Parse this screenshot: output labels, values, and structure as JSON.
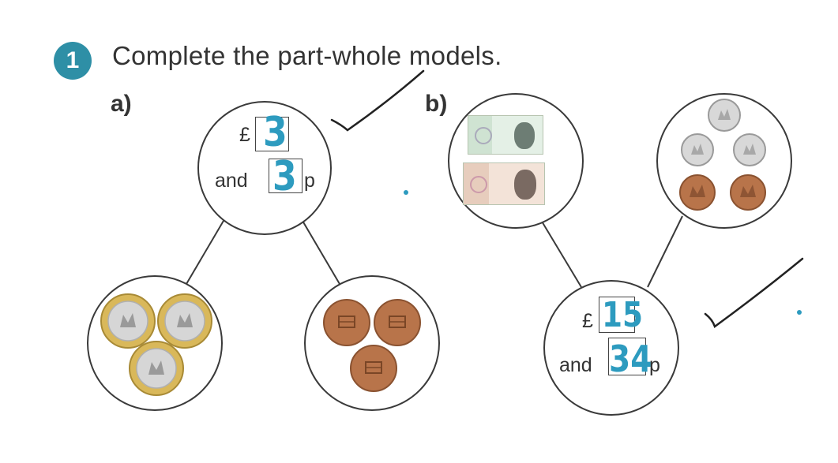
{
  "question": {
    "number": "1",
    "prompt": "Complete the part-whole models."
  },
  "part_a": {
    "label": "a)",
    "whole": {
      "pound_symbol": "£",
      "pounds_answer": "3",
      "and_text": "and",
      "pence_answer": "3",
      "pence_symbol": "p"
    },
    "part_left": {
      "coins": [
        "one-pound-coin",
        "one-pound-coin",
        "one-pound-coin"
      ]
    },
    "part_right": {
      "coins": [
        "one-penny-coin",
        "one-penny-coin",
        "one-penny-coin"
      ]
    }
  },
  "part_b": {
    "label": "b)",
    "part_left": {
      "notes": [
        "five-pound-note",
        "ten-pound-note"
      ]
    },
    "part_right": {
      "coins": [
        "ten-pence-coin",
        "ten-pence-coin",
        "ten-pence-coin",
        "two-pence-coin",
        "two-pence-coin"
      ]
    },
    "whole": {
      "pound_symbol": "£",
      "pounds_answer": "15",
      "and_text": "and",
      "pence_answer": "34",
      "pence_symbol": "p"
    }
  },
  "colors": {
    "badge": "#2e8fa6",
    "handwriting": "#2d9bbf",
    "pound_coin_gold": "#d9b85a",
    "penny_copper": "#b8744a",
    "silver_coin": "#d8d8d8"
  }
}
